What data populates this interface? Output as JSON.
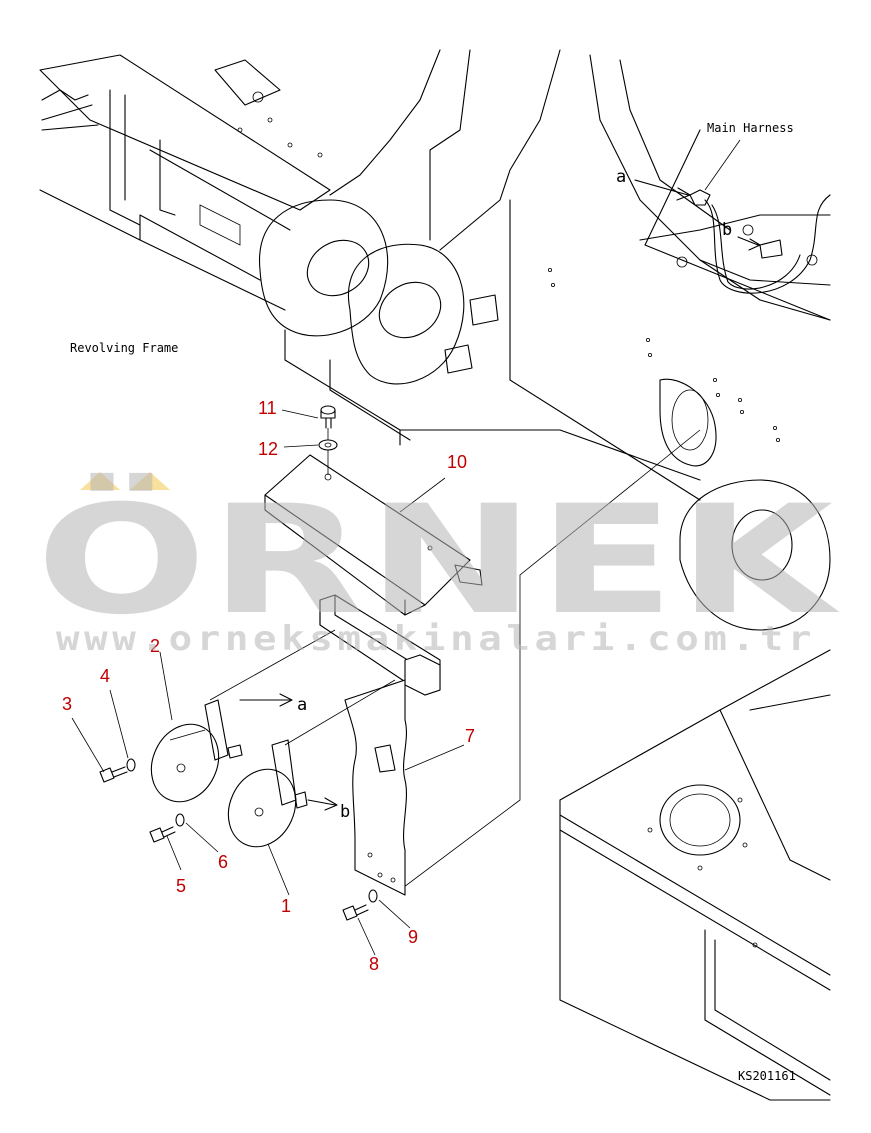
{
  "labels": {
    "main_harness": "Main Harness",
    "revolving_frame": "Revolving Frame",
    "code": "KS201161",
    "arrow_a_top": "a",
    "arrow_b_top": "b",
    "arrow_a_horn": "a",
    "arrow_b_horn": "b"
  },
  "callouts": {
    "c1": "1",
    "c2": "2",
    "c3": "3",
    "c4": "4",
    "c5": "5",
    "c6": "6",
    "c7": "7",
    "c8": "8",
    "c9": "9",
    "c10": "10",
    "c11": "11",
    "c12": "12"
  },
  "watermark": {
    "brand": "ÖRNEK",
    "url": "www.orneksmakinalari.com.tr"
  },
  "colors": {
    "callout": "#c00000",
    "watermark": "#b4b4b4",
    "watermark_accent": "#f2c84b"
  }
}
